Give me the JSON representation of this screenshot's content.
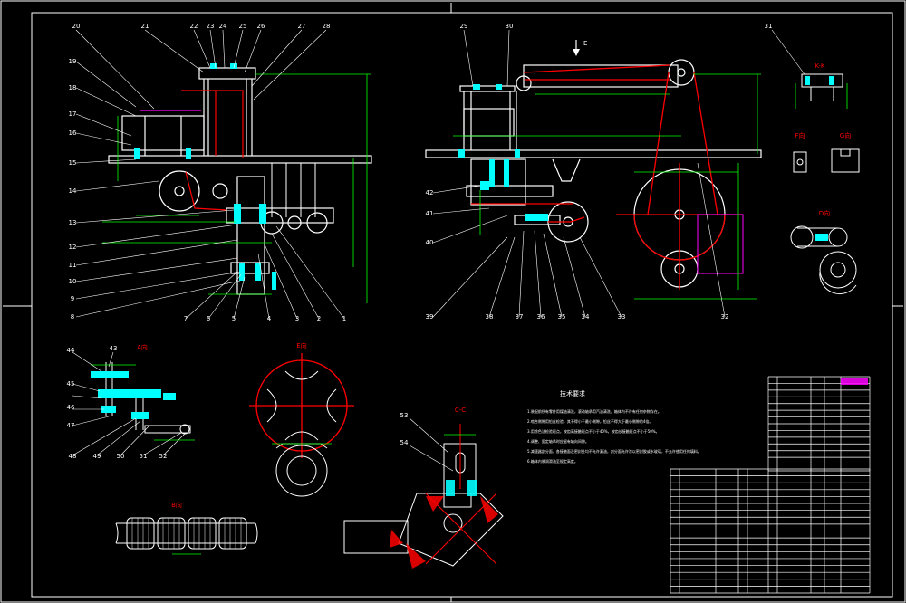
{
  "colors": {
    "background": "#000000",
    "outline": "#ffffff",
    "dimension": "#00ff00",
    "hatch": "#00ffff",
    "red": "#ff0000",
    "magenta": "#ff00ff",
    "label": "#ffffff"
  },
  "view_titles": {
    "a": "A向",
    "b": "B向",
    "e": "E向",
    "f": "F向",
    "g": "G向",
    "d": "D向",
    "k": "K-K",
    "c": "C-C",
    "tech": "技术要求",
    "arrow": "E"
  },
  "tech_notes": [
    "1.装配前所有零件用煤油清洗，滚动轴承用汽油清洗，箱体内不许有任何杂物存在。",
    "2.啮合侧隙用铅丝检验，其不得小于最小侧隙，铅丝不得大于最小侧隙的4倍。",
    "3.用涂色法检验斑点，按齿高接触斑点不小于40%，按齿长接触斑点不小于50%。",
    "4.调整、固定轴承时应留有轴向间隙。",
    "5.减速器剖分面、各接触面及密封处均不允许漏油，剖分面允许涂以密封胶或水玻璃，不允许使用任何填料。",
    "6.箱体内装润滑油至规定高度。"
  ],
  "balloons": {
    "left_top": [
      "20",
      "21",
      "22",
      "23",
      "24",
      "25",
      "26",
      "27",
      "28"
    ],
    "left_side": [
      "19",
      "18",
      "17",
      "16",
      "15",
      "14",
      "13",
      "12",
      "11",
      "10",
      "9",
      "8"
    ],
    "left_bottom": [
      "7",
      "6",
      "5",
      "4",
      "3",
      "2",
      "1"
    ],
    "mid_top": [
      "29",
      "30"
    ],
    "mid_side": [
      "42",
      "41",
      "40",
      "39"
    ],
    "mid_bottom": [
      "38",
      "37",
      "36",
      "35",
      "34",
      "33",
      "32"
    ],
    "right_top": [
      "31"
    ],
    "a_view": [
      "44",
      "43",
      "45",
      "46",
      "47",
      "48",
      "49",
      "50",
      "51",
      "52"
    ],
    "c_view": [
      "53",
      "54"
    ]
  }
}
